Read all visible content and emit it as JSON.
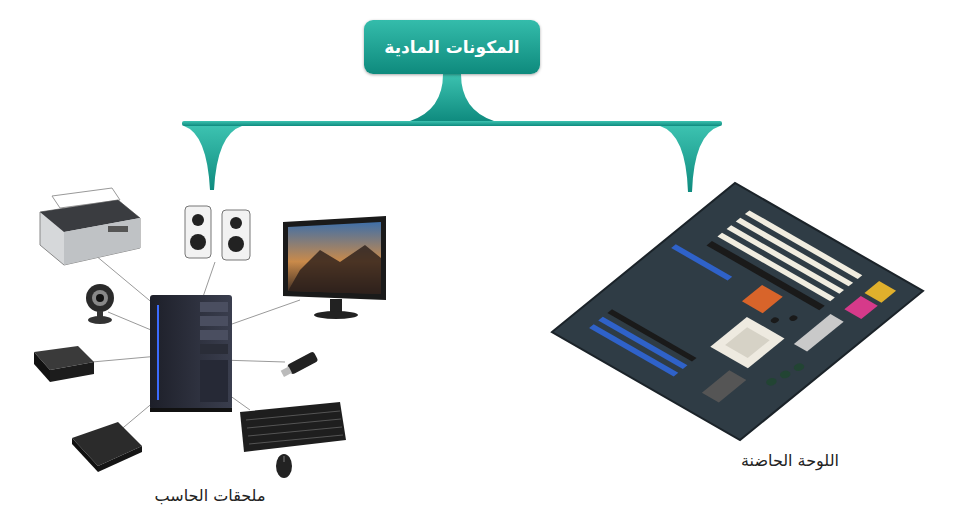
{
  "diagram": {
    "nodes": [
      {
        "text": [
          "المكونات المادية"
        ]
      }
    ],
    "labels": [
      "ملحقات الحاسب",
      "اللوحة الحاضنة"
    ]
  }
}
